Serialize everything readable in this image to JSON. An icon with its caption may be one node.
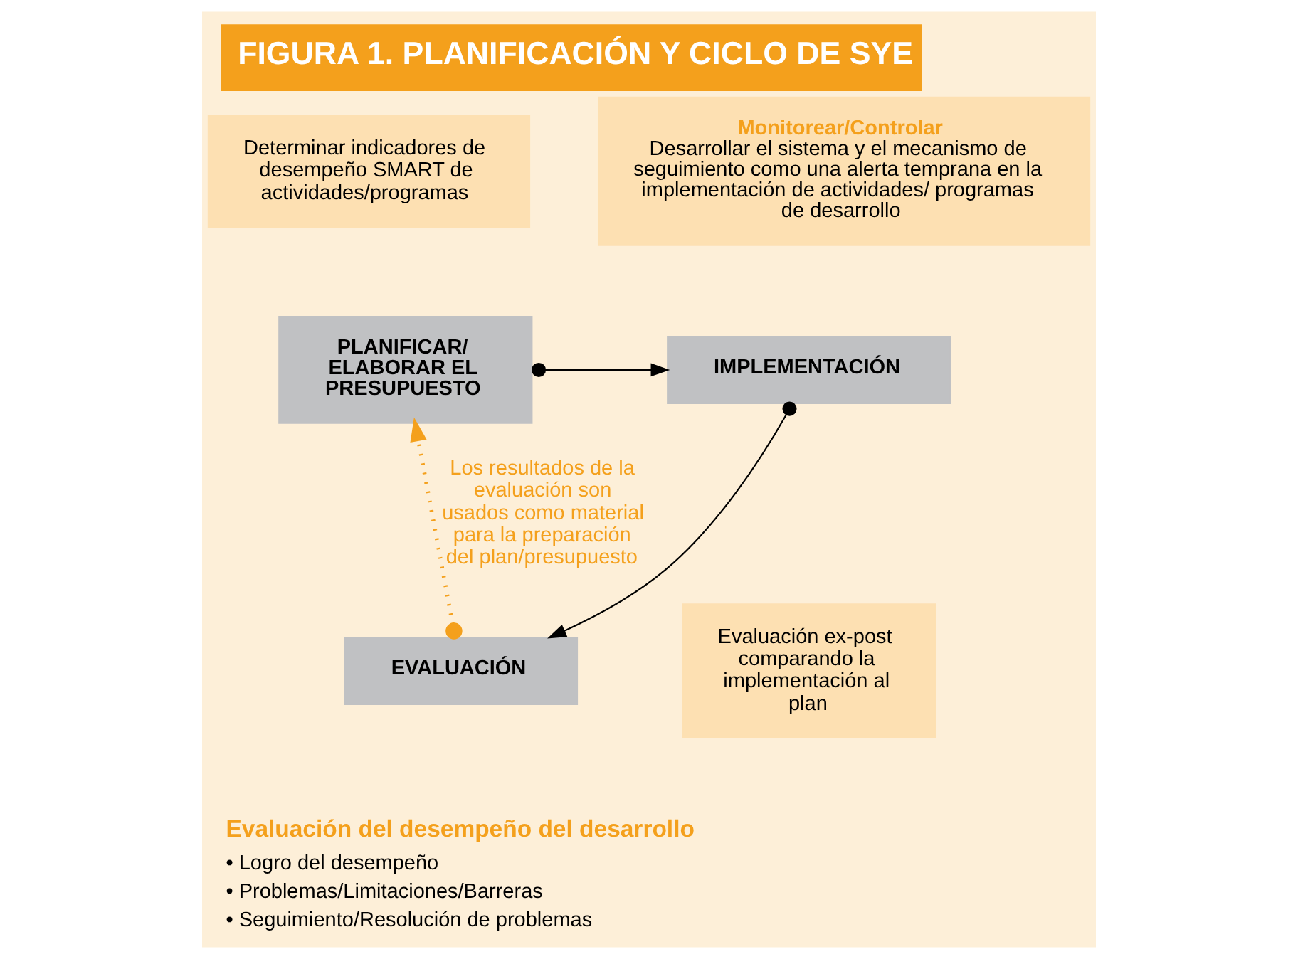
{
  "diagram": {
    "title": "FIGURA 1. PLANIFICACIÓN Y CICLO DE SYE",
    "nodes": [
      {
        "text": [
          "Determinar indicadores de desempeño SMART de actividades/programas"
        ]
      },
      {
        "text": [
          "Monitorear/Controlar",
          "Desarrollar el sistema y el mecanismo de seguimiento como una alerta temprana en la implementación de actividades/ programas de desarrollo"
        ]
      },
      {
        "text": [
          "PLANIFICAR/ ELABORAR EL PRESUPUESTO"
        ]
      },
      {
        "text": [
          "IMPLEMENTACIÓN"
        ]
      },
      {
        "text": [
          "EVALUACIÓN"
        ]
      },
      {
        "text": [
          "Evaluación ex-post comparando la implementación al plan"
        ]
      }
    ],
    "edges": [
      {
        "from": 2,
        "to": 3,
        "arrow": "to"
      },
      {
        "from": 3,
        "to": 4,
        "arrow": "to"
      },
      {
        "from": 4,
        "to": 2,
        "arrow": "to",
        "style": "dashed",
        "color": "#f4a01c",
        "label": "Los resultados de la evaluación son usados como material para la preparación del plan/presupuesto"
      }
    ],
    "labels": [
      "Evaluación del desempeño del desarrollo",
      "• Logro del desempeño",
      "• Problemas/Limitaciones/Barreras",
      "• Seguimiento/Resolución de problemas"
    ]
  }
}
